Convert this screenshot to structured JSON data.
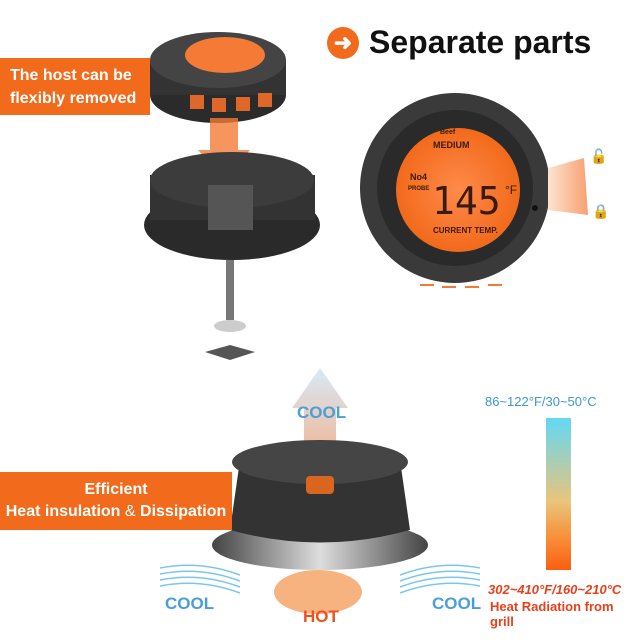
{
  "header": {
    "title": "Separate parts",
    "arrow_icon": "arrow-right-icon",
    "accent": "#f26a1b"
  },
  "removable_banner": {
    "line1": "The host can be",
    "line2": "flexibly removed"
  },
  "display": {
    "temperature": "145",
    "unit": "°F",
    "doneness": "MEDIUM",
    "meat": "Beef",
    "probe_number": "No4",
    "probe_label": "PROBE",
    "caption": "CURRENT TEMP."
  },
  "locks": {
    "unlocked": "unlock-icon",
    "locked": "lock-icon"
  },
  "insulation_banner": {
    "line1": "Efficient",
    "line2a": "Heat insulation",
    "amp": "&",
    "line2b": "Dissipation"
  },
  "airflow": {
    "top": "COOL",
    "left": "COOL",
    "right": "COOL",
    "bottom": "HOT"
  },
  "gradient": {
    "top_range": "86~122°F/30~50°C",
    "bottom_range": "302~410°F/160~210°C",
    "caption": "Heat Radiation from grill",
    "top_color": "#63d8f5",
    "bottom_color": "#fb5e10"
  }
}
